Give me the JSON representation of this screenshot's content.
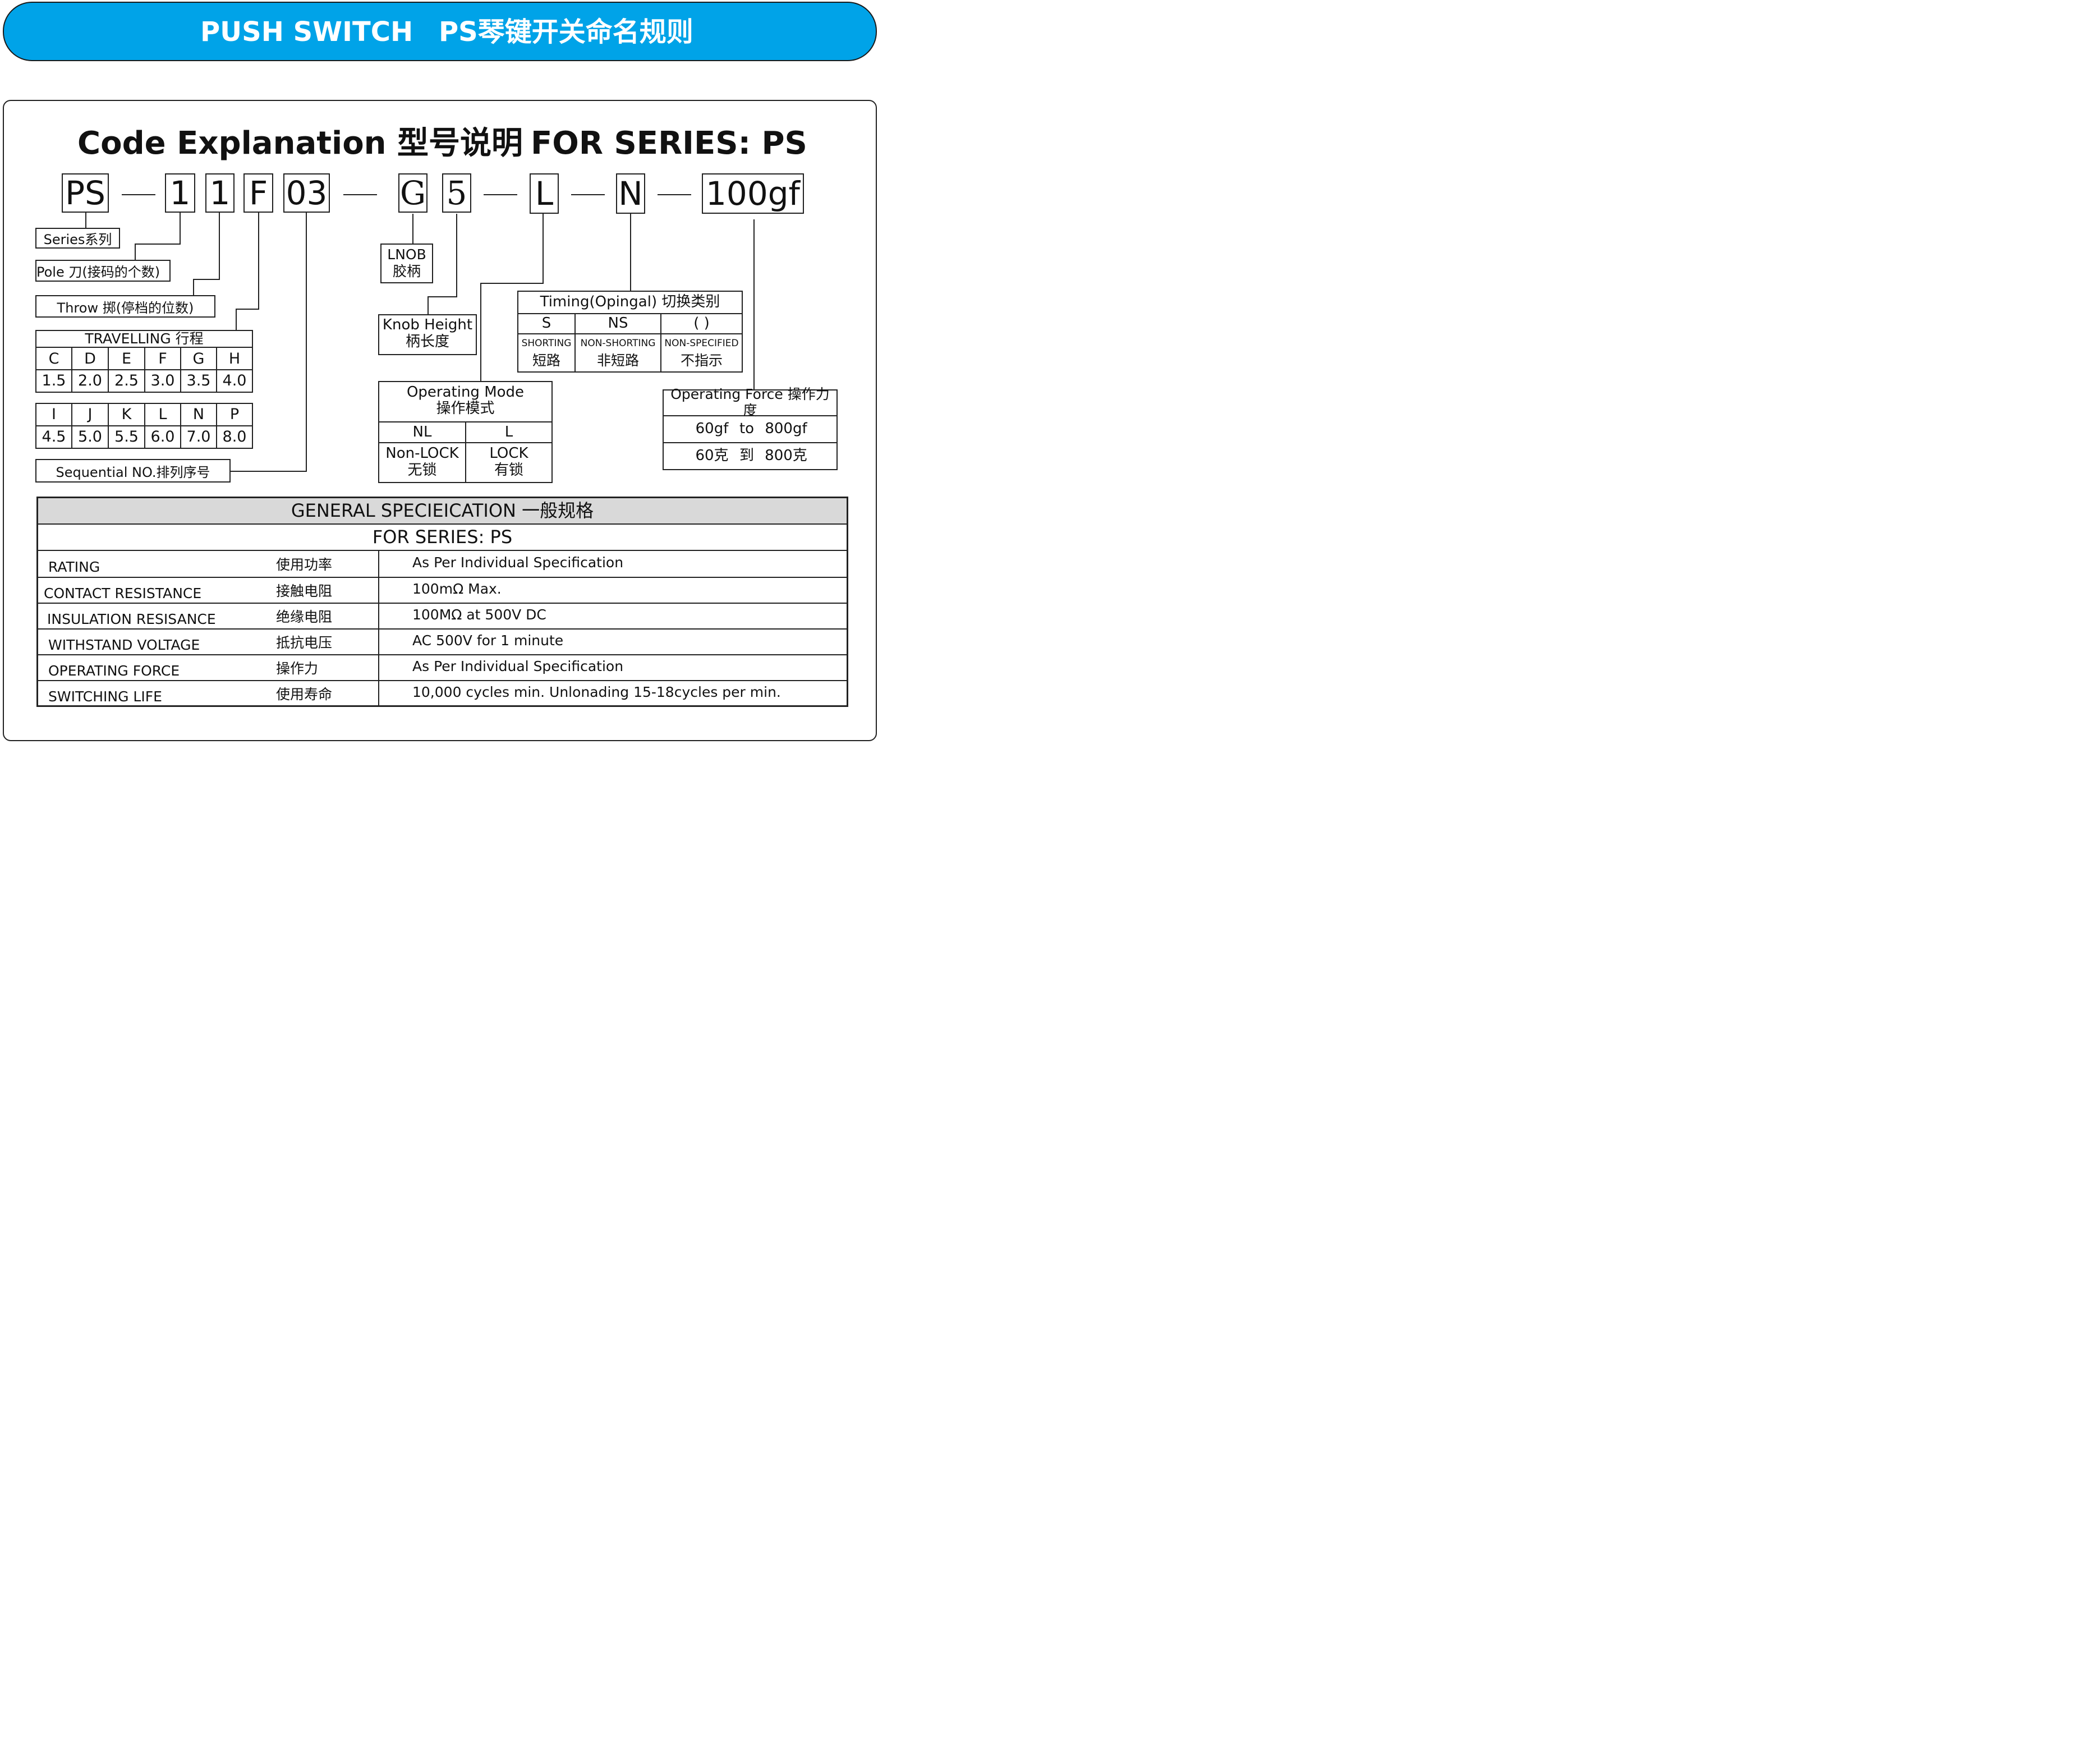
{
  "banner": {
    "left": "PUSH SWITCH",
    "right": "PS琴键开关命名规则",
    "color": "#00a3e8"
  },
  "heading": {
    "left": "Code Explanation 型号说明",
    "right": "FOR SERIES: PS"
  },
  "code_parts": [
    "PS",
    "1",
    "1",
    "F",
    "03",
    "G",
    "5",
    "L",
    "N",
    "100gf"
  ],
  "labels": {
    "series": "Series系列",
    "pole": "Pole 刀(接码的个数)",
    "throw": "Throw 掷(停档的位数)",
    "sequential": "Sequential NO.排列序号",
    "lnob_1": "LNOB",
    "lnob_2": "胶柄",
    "knob_1": "Knob Height",
    "knob_2": "柄长度"
  },
  "travelling": {
    "title": "TRAVELLING 行程",
    "row1_letters": [
      "C",
      "D",
      "E",
      "F",
      "G",
      "H"
    ],
    "row1_values": [
      "1.5",
      "2.0",
      "2.5",
      "3.0",
      "3.5",
      "4.0"
    ],
    "row2_letters": [
      "I",
      "J",
      "K",
      "L",
      "N",
      "P"
    ],
    "row2_values": [
      "4.5",
      "5.0",
      "5.5",
      "6.0",
      "7.0",
      "8.0"
    ]
  },
  "timing": {
    "title": "Timing(Opingal)  切换类别",
    "codes": [
      "S",
      "NS",
      "( )"
    ],
    "names_en": [
      "SHORTING",
      "NON-SHORTING",
      "NON-SPECIFIED"
    ],
    "names_cn": [
      "短路",
      "非短路",
      "不指示"
    ]
  },
  "operating_mode": {
    "title_1": "Operating Mode",
    "title_2": "操作模式",
    "codes": [
      "NL",
      "L"
    ],
    "names_en": [
      "Non-LOCK",
      "LOCK"
    ],
    "names_cn": [
      "无锁",
      "有锁"
    ]
  },
  "operating_force": {
    "title": "Operating Force 操作力度",
    "row1": [
      "60gf",
      "to",
      "800gf"
    ],
    "row2": [
      "60克",
      "到",
      "800克"
    ]
  },
  "spec": {
    "title": "GENERAL SPECIEICATION 一般规格",
    "subtitle": "FOR SERIES:  PS",
    "rows": [
      {
        "en": "RATING",
        "cn": "使用功率",
        "value": "As Per Individual Specification"
      },
      {
        "en": "CONTACT RESISTANCE",
        "cn": "接触电阻",
        "value": "100mΩ  Max."
      },
      {
        "en": "INSULATION RESISANCE",
        "cn": "绝缘电阻",
        "value": "100MΩ  at  500V DC"
      },
      {
        "en": "WITHSTAND VOLTAGE",
        "cn": "抵抗电压",
        "value": "AC 500V for 1 minute"
      },
      {
        "en": "OPERATING FORCE",
        "cn": "操作力",
        "value": "As Per Individual Specification"
      },
      {
        "en": "SWITCHING LIFE",
        "cn": "使用寿命",
        "value": "10,000 cycles min. Unlonading 15-18cycles per min."
      }
    ]
  }
}
